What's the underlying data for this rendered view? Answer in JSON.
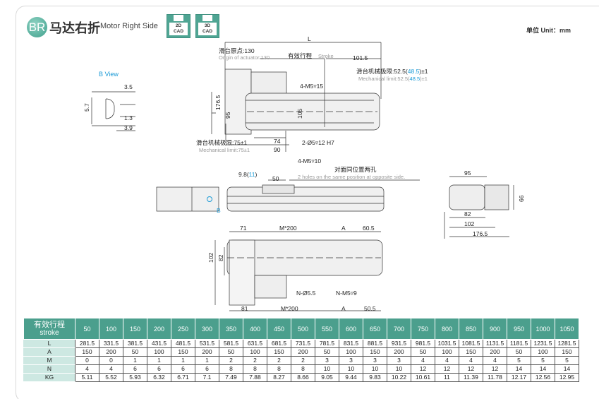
{
  "header": {
    "badge": "BR",
    "title_cn": "马达右折",
    "title_en": "Motor Right Side",
    "cad2d": [
      "2D",
      "CAD"
    ],
    "cad3d": [
      "3D",
      "CAD"
    ],
    "unit": "单位 Unit：mm"
  },
  "drawing": {
    "b_view": "B View",
    "b_dims": [
      "3.5",
      "5.7",
      "1.3",
      "3.9"
    ],
    "top": {
      "L": "L",
      "origin_cn": "滑台原点:130",
      "origin_en": "Origin of actuator:130",
      "stroke_cn": "有效行程",
      "stroke_en": "Stroke",
      "d101": "101.5",
      "mech_r_cn_a": "滑台机械极限:52.5(",
      "mech_r_cn_b": "48.5",
      "mech_r_cn_c": ")±1",
      "mech_r_en_a": "Mechanical limit:52.5(",
      "mech_r_en_b": "48.5",
      "mech_r_en_c": ")±1",
      "m5_15": "4-M5▿15",
      "d176": "176.5",
      "d95": "95",
      "d105": "105",
      "mech_l_cn": "滑台机械极限:75±1",
      "mech_l_en": "Mechanical limit:75±1",
      "d74": "74",
      "d90": "90",
      "pin": "2-Ø5▿12 H7"
    },
    "side": {
      "m5_10": "4-M5▿10",
      "d98_a": "9.8(",
      "d98_b": "11",
      "d98_c": ")",
      "d50": "50",
      "holes_cn": "对面同位置两孔",
      "holes_en": "2 holes on the same position at opposite side.",
      "b": "B"
    },
    "end": {
      "d95": "95",
      "d66": "66",
      "d82": "82",
      "d102": "102",
      "d176": "176.5"
    },
    "bottom": {
      "d71": "71",
      "m200": "M*200",
      "a": "A",
      "d605": "60.5",
      "d102": "102",
      "d82": "82",
      "n55": "N-Ø5.5",
      "nm5": "N-M5▿9",
      "d81": "81",
      "m200b": "M*200",
      "ab": "A",
      "d505": "50.5"
    }
  },
  "table": {
    "header_cn": "有效行程",
    "header_en": "stroke",
    "strokes": [
      "50",
      "100",
      "150",
      "200",
      "250",
      "300",
      "350",
      "400",
      "450",
      "500",
      "550",
      "600",
      "650",
      "700",
      "750",
      "800",
      "850",
      "900",
      "950",
      "1000",
      "1050"
    ],
    "rows": [
      {
        "label": "L",
        "values": [
          "281.5",
          "331.5",
          "381.5",
          "431.5",
          "481.5",
          "531.5",
          "581.5",
          "631.5",
          "681.5",
          "731.5",
          "781.5",
          "831.5",
          "881.5",
          "931.5",
          "981.5",
          "1031.5",
          "1081.5",
          "1131.5",
          "1181.5",
          "1231.5",
          "1281.5"
        ]
      },
      {
        "label": "A",
        "values": [
          "150",
          "200",
          "50",
          "100",
          "150",
          "200",
          "50",
          "100",
          "150",
          "200",
          "50",
          "100",
          "150",
          "200",
          "50",
          "100",
          "150",
          "200",
          "50",
          "100",
          "150"
        ]
      },
      {
        "label": "M",
        "values": [
          "0",
          "0",
          "1",
          "1",
          "1",
          "1",
          "2",
          "2",
          "2",
          "2",
          "3",
          "3",
          "3",
          "3",
          "4",
          "4",
          "4",
          "4",
          "5",
          "5",
          "5"
        ]
      },
      {
        "label": "N",
        "values": [
          "4",
          "4",
          "6",
          "6",
          "6",
          "6",
          "8",
          "8",
          "8",
          "8",
          "10",
          "10",
          "10",
          "10",
          "12",
          "12",
          "12",
          "12",
          "14",
          "14",
          "14"
        ]
      },
      {
        "label": "KG",
        "values": [
          "5.11",
          "5.52",
          "5.93",
          "6.32",
          "6.71",
          "7.1",
          "7.49",
          "7.88",
          "8.27",
          "8.66",
          "9.05",
          "9.44",
          "9.83",
          "10.22",
          "10.61",
          "11",
          "11.39",
          "11.78",
          "12.17",
          "12.56",
          "12.95"
        ]
      }
    ]
  },
  "colors": {
    "accent": "#4b9f8d",
    "blue": "#1a9ad6",
    "rowhead": "#cde8e2"
  }
}
